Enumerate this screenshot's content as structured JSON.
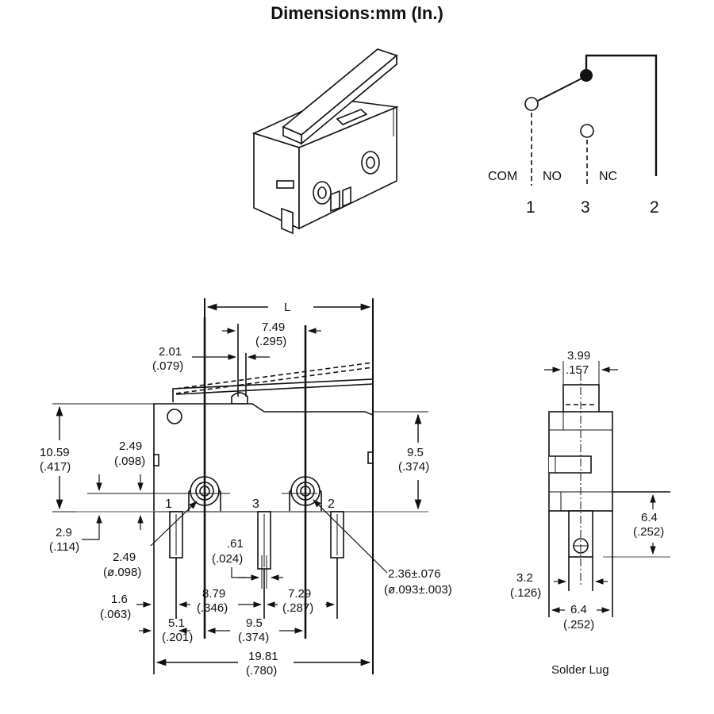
{
  "title": "Dimensions:mm (In.)",
  "schematic": {
    "com": "COM",
    "no": "NO",
    "nc": "NC",
    "pin1": "1",
    "pin3": "3",
    "pin2": "2"
  },
  "front_view": {
    "L": "L",
    "d_749": "7.49",
    "d_749_in": "(.295)",
    "d_201": "2.01",
    "d_201_in": "(.079)",
    "d_1059": "10.59",
    "d_1059_in": "(.417)",
    "d_249a": "2.49",
    "d_249a_in": "(.098)",
    "d_95v": "9.5",
    "d_95v_in": "(.374)",
    "d_29": "2.9",
    "d_29_in": "(.114)",
    "d_249b": "2.49",
    "d_249b_in": "(ø.098)",
    "d_061": ".61",
    "d_061_in": "(.024)",
    "d_236": "2.36±.076",
    "d_236_in": "(ø.093±.003)",
    "d_16": "1.6",
    "d_16_in": "(.063)",
    "d_879": "8.79",
    "d_879_in": "(.346)",
    "d_729": "7.29",
    "d_729_in": "(.287)",
    "d_51": "5.1",
    "d_51_in": "(.201)",
    "d_95h": "9.5",
    "d_95h_in": "(.374)",
    "d_1981": "19.81",
    "d_1981_in": "(.780)",
    "pin1": "1",
    "pin3": "3",
    "pin2": "2"
  },
  "side_view": {
    "d_399": "3.99",
    "d_399_in": ".157",
    "d_64v": "6.4",
    "d_64v_in": "(.252)",
    "d_32": "3.2",
    "d_32_in": "(.126)",
    "d_64h": "6.4",
    "d_64h_in": "(.252)",
    "caption": "Solder Lug"
  }
}
